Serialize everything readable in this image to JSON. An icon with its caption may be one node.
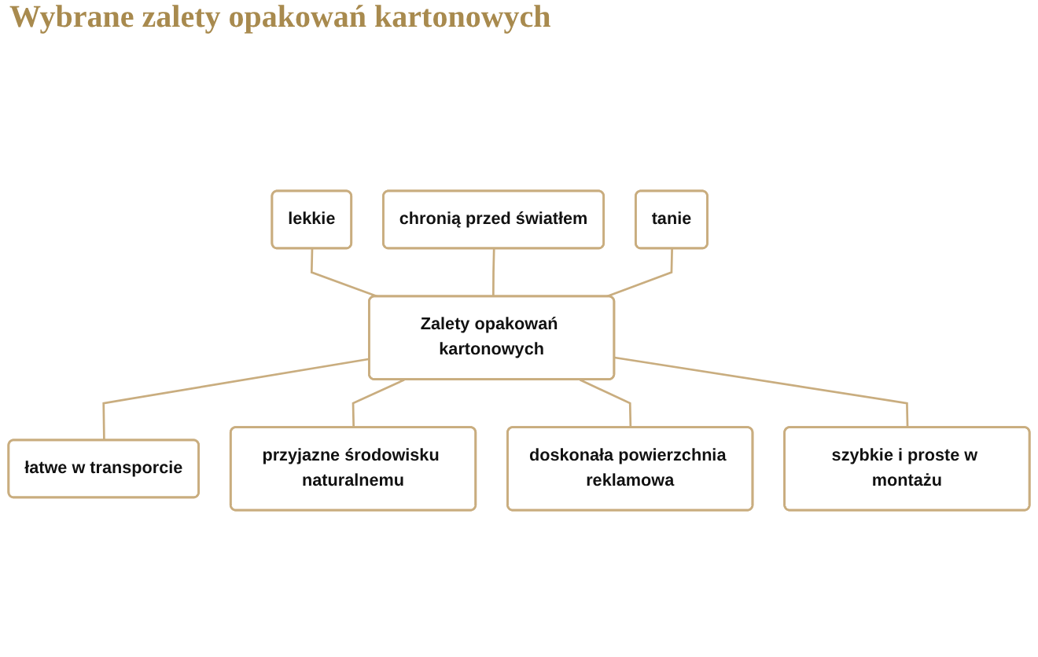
{
  "diagram": {
    "title": "Wybrane zalety opakowań kartonowych",
    "nodes": [
      {
        "text": [
          "chronią przed światłem"
        ]
      },
      {
        "text": [
          "lekkie"
        ]
      },
      {
        "text": [
          "tanie"
        ]
      },
      {
        "text": [
          "Zalety opakowań kartonowych"
        ]
      },
      {
        "text": [
          "łatwe w transporcie"
        ]
      },
      {
        "text": [
          "szybkie i proste w montażu"
        ]
      },
      {
        "text": [
          "przyjazne środowisku naturalnemu"
        ]
      },
      {
        "text": [
          "doskonała powierzchnia reklamowa"
        ]
      }
    ],
    "edges": [
      {
        "from": 1,
        "to": 3,
        "arrow": "none"
      },
      {
        "from": 0,
        "to": 3,
        "arrow": "none"
      },
      {
        "from": 2,
        "to": 3,
        "arrow": "none"
      },
      {
        "from": 3,
        "to": 4,
        "arrow": "none"
      },
      {
        "from": 3,
        "to": 6,
        "arrow": "none"
      },
      {
        "from": 3,
        "to": 7,
        "arrow": "none"
      },
      {
        "from": 3,
        "to": 5,
        "arrow": "none"
      }
    ]
  }
}
